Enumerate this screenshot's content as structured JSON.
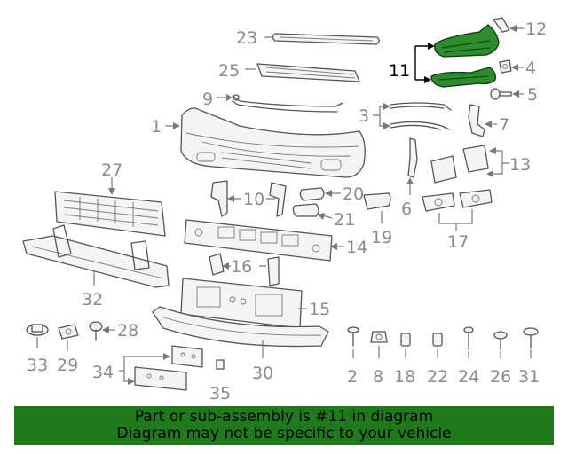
{
  "callouts": {
    "c1": "1",
    "c2": "2",
    "c3": "3",
    "c4": "4",
    "c5": "5",
    "c6": "6",
    "c7": "7",
    "c8": "8",
    "c9": "9",
    "c10": "10",
    "c11": "11",
    "c12": "12",
    "c13": "13",
    "c14": "14",
    "c15": "15",
    "c16": "16",
    "c17": "17",
    "c18": "18",
    "c19": "19",
    "c20": "20",
    "c21": "21",
    "c22": "22",
    "c23": "23",
    "c24": "24",
    "c25": "25",
    "c26": "26",
    "c27": "27",
    "c28": "28",
    "c29": "29",
    "c30": "30",
    "c31": "31",
    "c32": "32",
    "c33": "33",
    "c34": "34",
    "c35": "35"
  },
  "highlighted_part": "11",
  "colors": {
    "highlight": "#2e8b2e",
    "banner": "#1e7a1a",
    "callout": "#8a8a8a",
    "line_art": "#555555"
  },
  "banner": {
    "line1": "Part or sub-assembly is #11 in diagram",
    "line2": "Diagram may not be specific to your vehicle"
  }
}
